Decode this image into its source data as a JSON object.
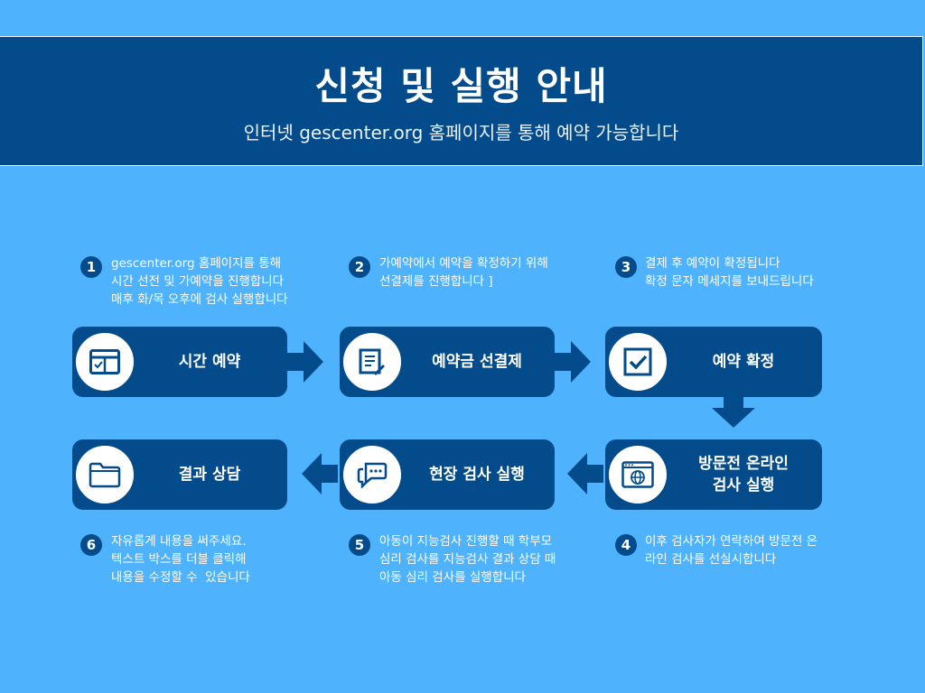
{
  "header": {
    "title": "신청 및 실행 안내",
    "subtitle": "인터넷 gescenter.org 홈페이지를 통해 예약 가능합니다"
  },
  "steps": [
    {
      "num": "1",
      "label": "시간 예약",
      "note": "gescenter.org 홈페이지를 통해\n시간 선전 및 가예약을 진행합니다\n매후 화/목 오후에 검사 실행합니다",
      "icon": "calendar-icon"
    },
    {
      "num": "2",
      "label": "예약금 선결제",
      "note": "가예약에서 예약을 확정하기 위해\n선결제를 진행합니다 ]",
      "icon": "document-icon"
    },
    {
      "num": "3",
      "label": "예약 확정",
      "note": "결제 후 예약이 확정됩니다\n확정 문자 메세지를 보내드립니다",
      "icon": "checkbox-icon"
    },
    {
      "num": "4",
      "label": "방문전 온라인\n검사 실행",
      "note": "이후 검사자가 연락하여 방문전 온\n라인 검사를 선실시합니다",
      "icon": "web-browser-icon"
    },
    {
      "num": "5",
      "label": "현장 검사 실행",
      "note": "아동이 지능검사 진행할 때 학부모\n심리 검사를 지능검사 결과 상담 때\n아동 심리 검사를 실행합니다",
      "icon": "chat-icon"
    },
    {
      "num": "6",
      "label": "결과 상담",
      "note": "자유롭게 내용을 써주세요.\n텍스트 박스를 더블 클릭해\n내용을 수정할 수  있습니다",
      "icon": "folder-icon"
    }
  ],
  "colors": {
    "background": "#4eb3fc",
    "primary": "#034b8a",
    "white": "#ffffff"
  }
}
